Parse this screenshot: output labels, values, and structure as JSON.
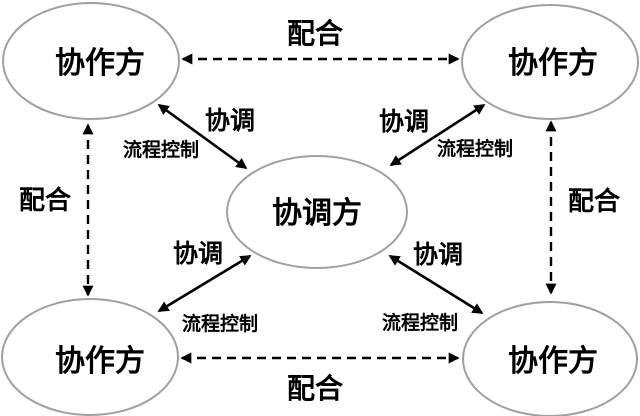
{
  "diagram": {
    "title": "coordination-structure-diagram",
    "center_node": {
      "label": "协调方"
    },
    "nodes": {
      "top_left": {
        "label": "协作方"
      },
      "top_right": {
        "label": "协作方"
      },
      "bottom_left": {
        "label": "协作方"
      },
      "bottom_right": {
        "label": "协作方"
      }
    },
    "edge_labels": {
      "cooperate_top": "配合",
      "cooperate_bottom": "配合",
      "cooperate_left": "配合",
      "cooperate_right": "配合",
      "coordinate_top_left": "协调",
      "coordinate_top_right": "协调",
      "coordinate_bottom_left": "协调",
      "coordinate_bottom_right": "协调",
      "process_control_top_left": "流程控制",
      "process_control_top_right": "流程控制",
      "process_control_bottom_left": "流程控制",
      "process_control_bottom_right": "流程控制"
    },
    "colors": {
      "background": "#ffffff",
      "ellipse_stroke": "#a0a0a0",
      "ellipse_fill": "#ffffff",
      "line": "#000000",
      "text": "#000000"
    }
  }
}
